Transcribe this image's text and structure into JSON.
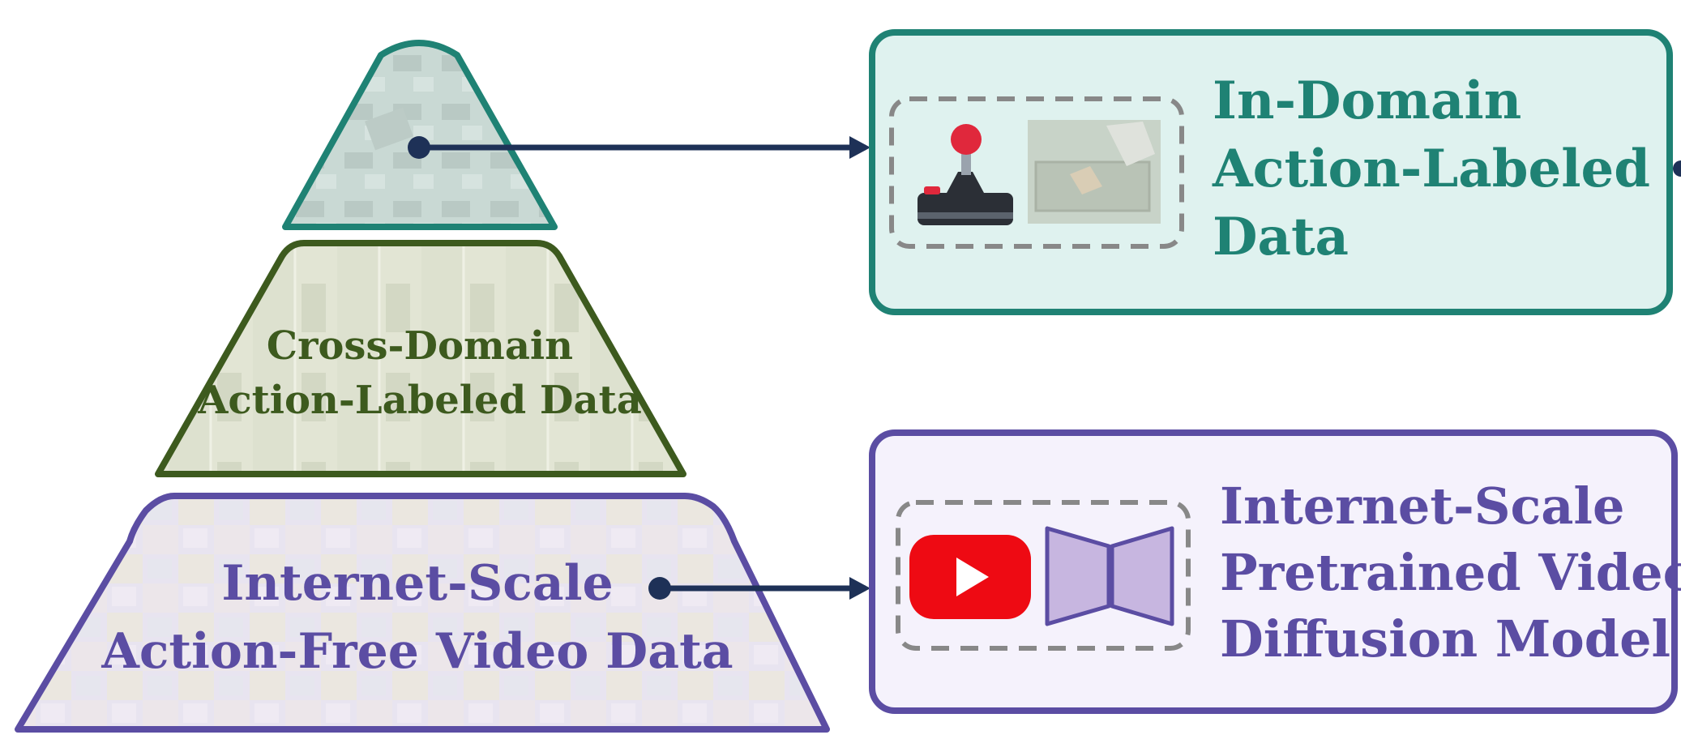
{
  "pyramid": {
    "top_tier": {
      "color": "#1f8274",
      "fill": "#cddfda"
    },
    "middle_tier": {
      "label_lines": [
        "Cross-Domain",
        "Action-Labeled Data"
      ],
      "color": "#3d5a1e",
      "fill": "#e6e8d8"
    },
    "bottom_tier": {
      "label_lines": [
        "Internet-Scale",
        "Action-Free Video Data"
      ],
      "color": "#5b4da3",
      "fill": "#e9e5f3"
    }
  },
  "in_domain_box": {
    "title_lines": [
      "In-Domain",
      "Action-Labeled",
      "Data"
    ],
    "text_color": "#1f8274",
    "border_color": "#1f8274",
    "fill": "#dff2ef",
    "icons": [
      "joystick-icon",
      "robot-drawer-thumbnail"
    ]
  },
  "pretrained_box": {
    "title_lines": [
      "Internet-Scale",
      "Pretrained Video",
      "Diffusion Model"
    ],
    "text_color": "#5b4da3",
    "border_color": "#5b4da3",
    "fill": "#f5f2fc",
    "icons": [
      "youtube-play-icon",
      "encoder-decoder-icon"
    ]
  },
  "arrow_color": "#1e3157"
}
